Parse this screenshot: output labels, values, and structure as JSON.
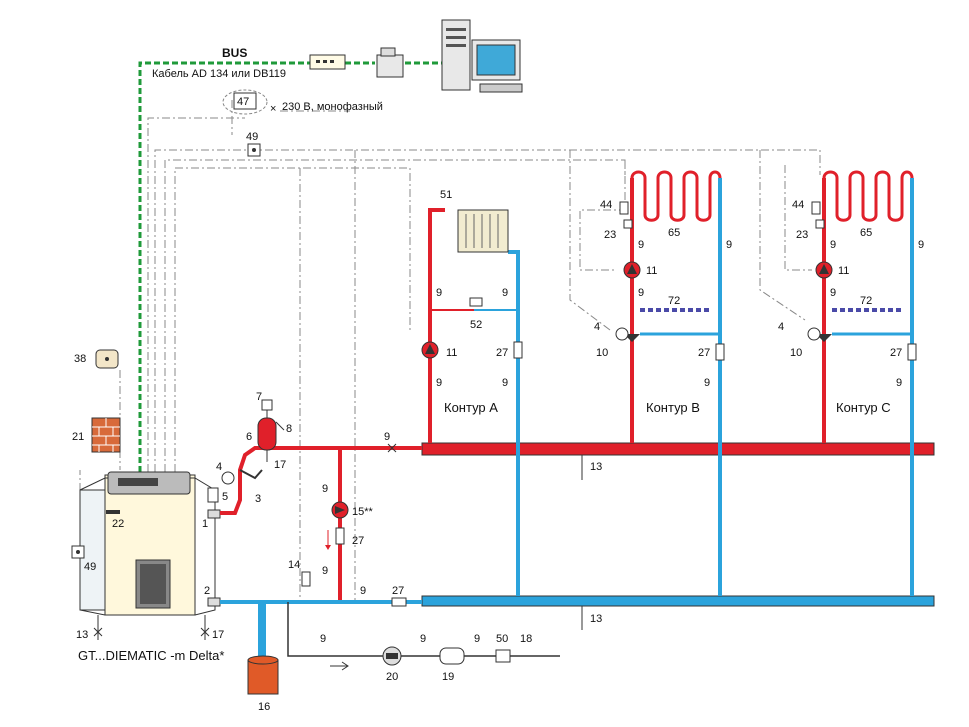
{
  "bus": {
    "label": "BUS",
    "cable": "Кабель AD 134 или DB119"
  },
  "power": {
    "label": "230 В, монофазный"
  },
  "boiler": {
    "model": "GT...DIEMATIC -m Delta*"
  },
  "circuits": {
    "a": "Контур A",
    "b": "Контур B",
    "c": "Контур C"
  },
  "nums": {
    "n1": "1",
    "n2": "2",
    "n3": "3",
    "n4": "4",
    "n5": "5",
    "n6": "6",
    "n7": "7",
    "n8": "8",
    "n9": "9",
    "n10": "10",
    "n11": "11",
    "n13": "13",
    "n14": "14",
    "n15": "15**",
    "n16": "16",
    "n17": "17",
    "n18": "18",
    "n19": "19",
    "n20": "20",
    "n21": "21",
    "n22": "22",
    "n23": "23",
    "n27": "27",
    "n38": "38",
    "n44": "44",
    "n47": "47",
    "n49": "49",
    "n50": "50",
    "n51": "51",
    "n52": "52",
    "n65": "65",
    "n72": "72"
  },
  "colors": {
    "supply": "#e0202a",
    "return": "#2ba3dc",
    "bus": "#1f9a3a",
    "mixer_line": "#4a4aa8"
  }
}
